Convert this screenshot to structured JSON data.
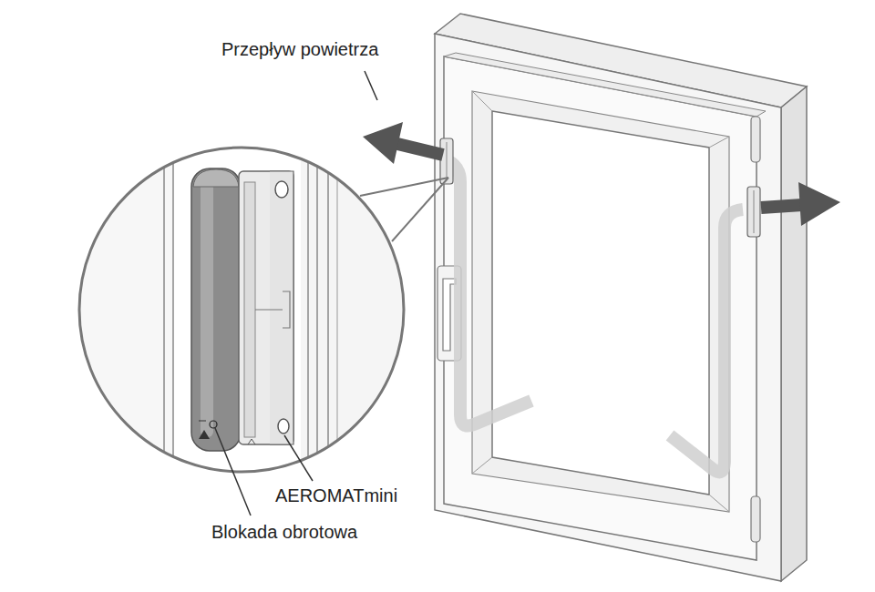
{
  "diagram": {
    "labels": [
      "Przepływ powietrza",
      "AEROMATmini",
      "Blokada obrotowa"
    ]
  }
}
